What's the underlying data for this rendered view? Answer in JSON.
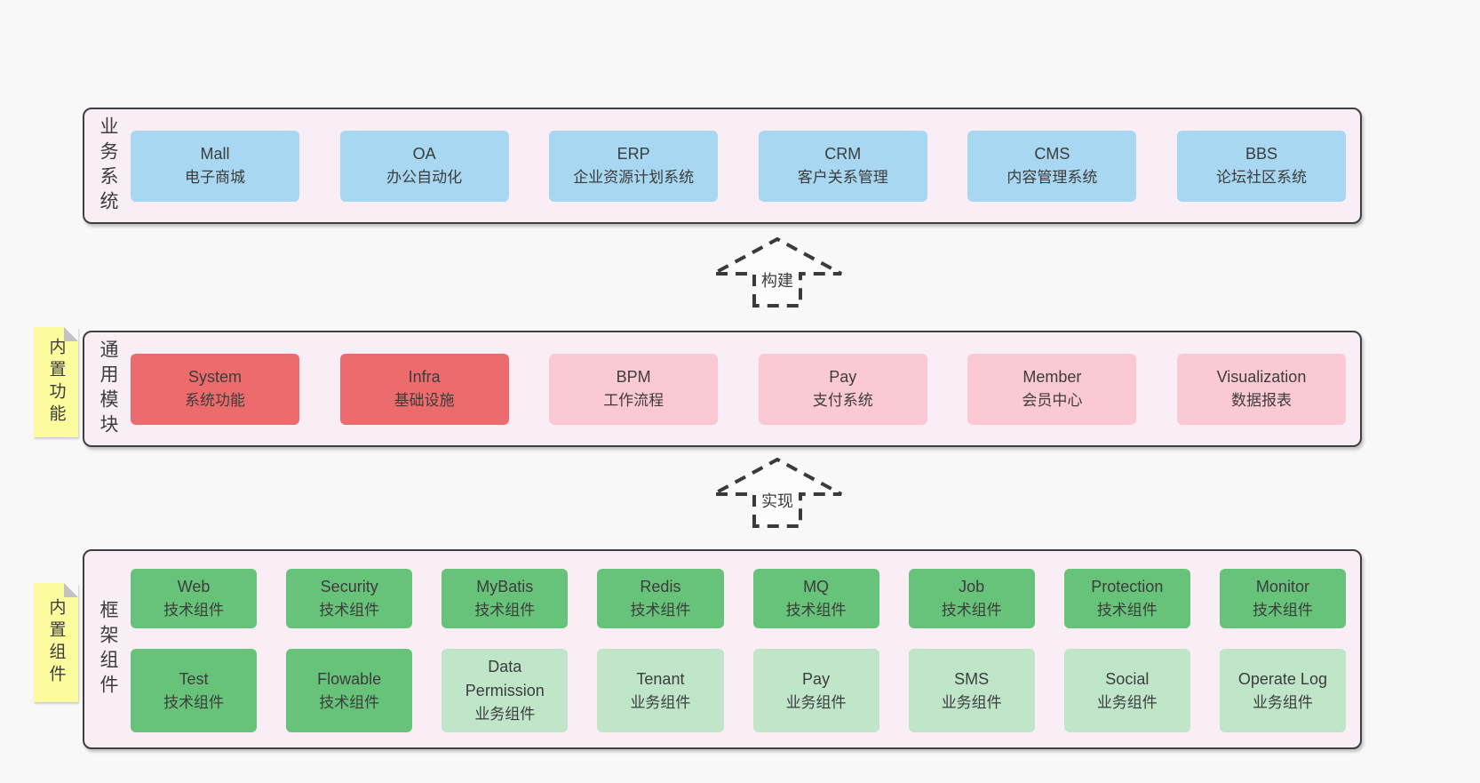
{
  "colors": {
    "page_bg": "#f8f8f8",
    "container_bg": "#f9edf6",
    "container_border": "#3f3f3f",
    "box_blue": "#a7d7f1",
    "box_red": "#ec6b6c",
    "box_pink": "#fbc9d3",
    "box_green": "#67c379",
    "box_green_light": "#c0e6ca",
    "sticky_yellow": "#fcfc9f",
    "text": "#3c3c3c"
  },
  "layers": [
    {
      "label": "业务系统",
      "boxes": [
        {
          "name": "Mall",
          "desc": "电子商城",
          "type": "blue"
        },
        {
          "name": "OA",
          "desc": "办公自动化",
          "type": "blue"
        },
        {
          "name": "ERP",
          "desc": "企业资源计划系统",
          "type": "blue"
        },
        {
          "name": "CRM",
          "desc": "客户关系管理",
          "type": "blue"
        },
        {
          "name": "CMS",
          "desc": "内容管理系统",
          "type": "blue"
        },
        {
          "name": "BBS",
          "desc": "论坛社区系统",
          "type": "blue"
        }
      ]
    },
    {
      "label": "通用模块",
      "sticky": "内置功能",
      "boxes": [
        {
          "name": "System",
          "desc": "系统功能",
          "type": "red"
        },
        {
          "name": "Infra",
          "desc": "基础设施",
          "type": "red"
        },
        {
          "name": "BPM",
          "desc": "工作流程",
          "type": "pink"
        },
        {
          "name": "Pay",
          "desc": "支付系统",
          "type": "pink"
        },
        {
          "name": "Member",
          "desc": "会员中心",
          "type": "pink"
        },
        {
          "name": "Visualization",
          "desc": "数据报表",
          "type": "pink"
        }
      ]
    },
    {
      "label": "框架组件",
      "sticky": "内置组件",
      "boxes": [
        {
          "name": "Web",
          "desc": "技术组件",
          "type": "green"
        },
        {
          "name": "Security",
          "desc": "技术组件",
          "type": "green"
        },
        {
          "name": "MyBatis",
          "desc": "技术组件",
          "type": "green"
        },
        {
          "name": "Redis",
          "desc": "技术组件",
          "type": "green"
        },
        {
          "name": "MQ",
          "desc": "技术组件",
          "type": "green"
        },
        {
          "name": "Job",
          "desc": "技术组件",
          "type": "green"
        },
        {
          "name": "Protection",
          "desc": "技术组件",
          "type": "green"
        },
        {
          "name": "Monitor",
          "desc": "技术组件",
          "type": "green"
        },
        {
          "name": "Test",
          "desc": "技术组件",
          "type": "green"
        },
        {
          "name": "Flowable",
          "desc": "技术组件",
          "type": "green"
        },
        {
          "name": "Data Permission",
          "desc": "业务组件",
          "type": "green-light"
        },
        {
          "name": "Tenant",
          "desc": "业务组件",
          "type": "green-light"
        },
        {
          "name": "Pay",
          "desc": "业务组件",
          "type": "green-light"
        },
        {
          "name": "SMS",
          "desc": "业务组件",
          "type": "green-light"
        },
        {
          "name": "Social",
          "desc": "业务组件",
          "type": "green-light"
        },
        {
          "name": "Operate Log",
          "desc": "业务组件",
          "type": "green-light"
        }
      ]
    }
  ],
  "arrows": [
    {
      "label": "构建"
    },
    {
      "label": "实现"
    }
  ]
}
